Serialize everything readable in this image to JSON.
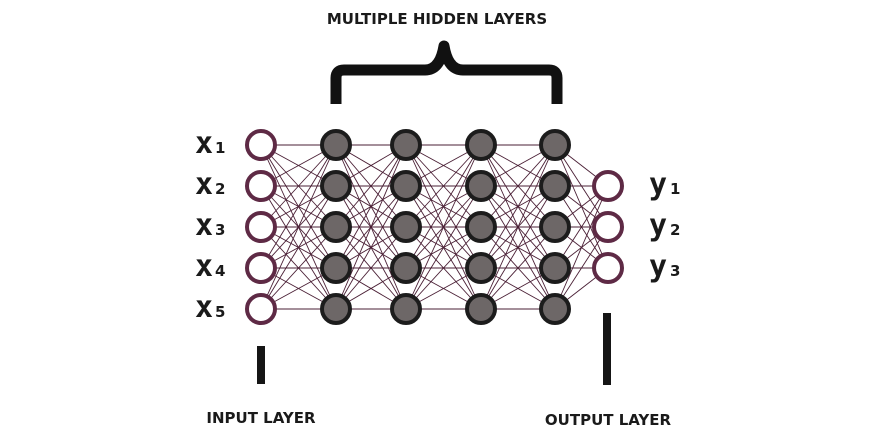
{
  "labels": {
    "hidden_layers": "MULTIPLE HIDDEN LAYERS",
    "input_layer": "INPUT LAYER",
    "output_layer": "OUTPUT LAYER"
  },
  "network": {
    "input_nodes": [
      {
        "name": "x",
        "sub": "1"
      },
      {
        "name": "x",
        "sub": "2"
      },
      {
        "name": "x",
        "sub": "3"
      },
      {
        "name": "x",
        "sub": "4"
      },
      {
        "name": "x",
        "sub": "5"
      }
    ],
    "hidden_layer_count": 4,
    "hidden_nodes_per_layer": 5,
    "output_nodes": [
      {
        "name": "y",
        "sub": "1"
      },
      {
        "name": "y",
        "sub": "2"
      },
      {
        "name": "y",
        "sub": "3"
      }
    ]
  },
  "colors": {
    "io_node_stroke": "#5e2a45",
    "hidden_node_fill": "#6d6767",
    "hidden_node_stroke": "#1c1c1c",
    "edge": "#4a1f35",
    "text": "#1a1a1a"
  }
}
